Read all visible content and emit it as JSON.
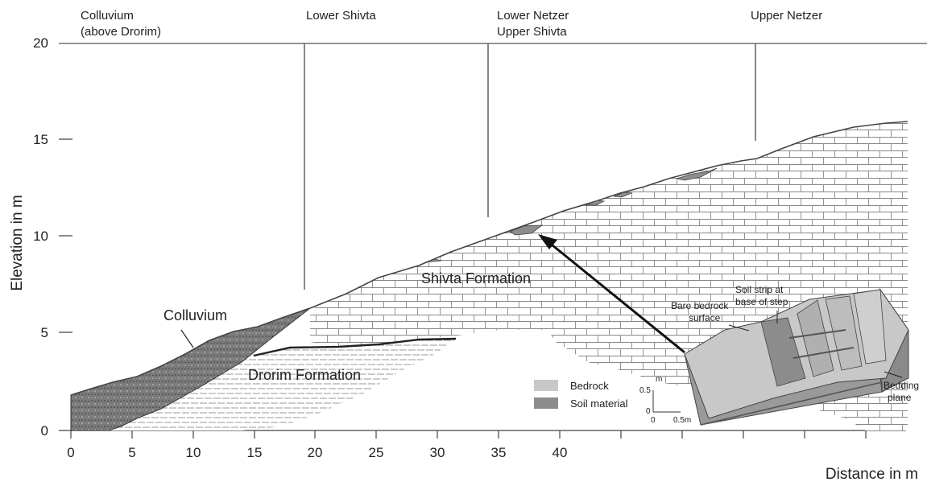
{
  "axes": {
    "ylabel": "Elevation in m",
    "xlabel": "Distance in m",
    "y_ticks": [
      "0",
      "5",
      "10",
      "15",
      "20"
    ],
    "x_ticks": [
      "0",
      "5",
      "10",
      "15",
      "20",
      "25",
      "30",
      "35",
      "40"
    ]
  },
  "sites": [
    {
      "line1": "Colluvium",
      "line2": "(above Drorim)"
    },
    {
      "line1": "Lower Shivta",
      "line2": ""
    },
    {
      "line1": "Lower Netzer",
      "line2": "Upper Shivta"
    },
    {
      "line1": "Upper Netzer",
      "line2": ""
    }
  ],
  "formations": {
    "colluvium": "Colluvium",
    "drorim": "Drorim Formation",
    "shivta": "Shivta Formation"
  },
  "legend": [
    {
      "label": "Bedrock",
      "color": "#c8c8c8"
    },
    {
      "label": "Soil material",
      "color": "#8c8c8c"
    }
  ],
  "inset": {
    "bare_bedrock_line1": "Bare bedrock",
    "bare_bedrock_line2": "surface",
    "soil_strip_line1": "Soil strip at",
    "soil_strip_line2": "base of step",
    "bedding_line1": "Bedding",
    "bedding_line2": "plane",
    "scale_unit": "m",
    "scale_v": "0.5",
    "scale_zero": "0",
    "scale_h": "0.5m"
  }
}
